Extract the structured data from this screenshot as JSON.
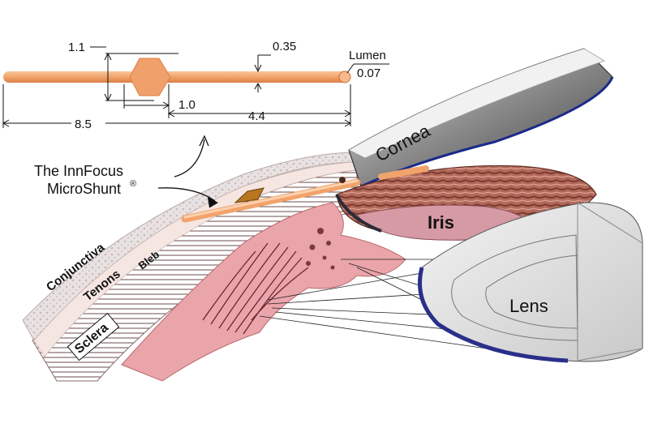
{
  "shunt_diagram": {
    "dimensions": {
      "bulb_height": "1.1",
      "tube_diameter": "0.35",
      "lumen_label": "Lumen",
      "lumen_value": "0.07",
      "bulb_length": "1.0",
      "tip_length": "4.4",
      "total_length": "8.5"
    },
    "device_label_line1": "The InnFocus",
    "device_label_line2": "MicroShunt",
    "device_label_mark": "®"
  },
  "anatomy_labels": {
    "cornea": "Cornea",
    "iris": "Iris",
    "lens": "Lens",
    "conjunctiva": "Conjunctiva",
    "tenons": "Tenons",
    "bleb": "Bleb",
    "sclera": "Sclera"
  },
  "colors": {
    "shunt_orange": "#f2a36b",
    "shunt_dark": "#e07b3a",
    "tissue_pink": "#eaa5aa",
    "iris_brown": "#a35a4d",
    "cornea_gray": "#6d6d6d",
    "lens_blue": "#2a2f8a"
  }
}
